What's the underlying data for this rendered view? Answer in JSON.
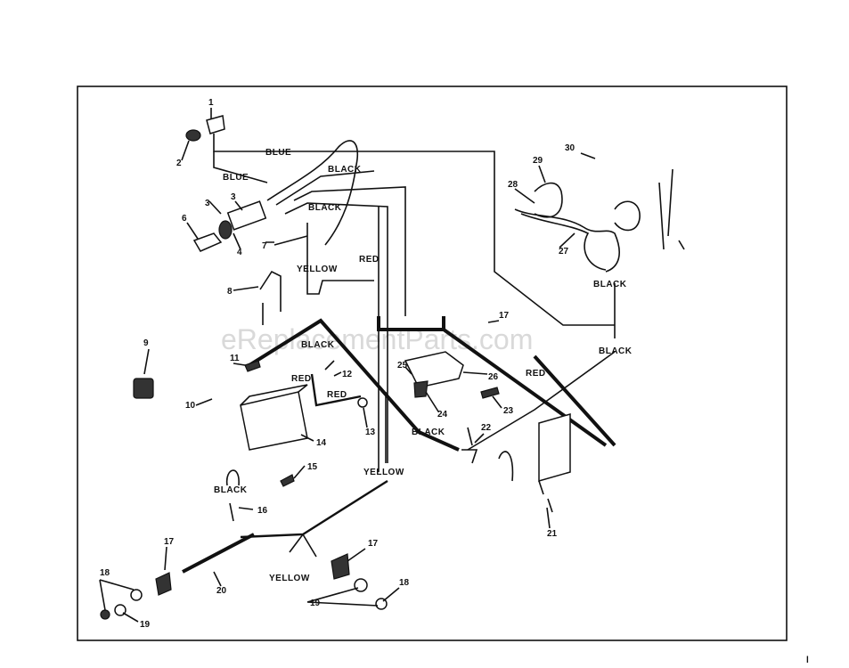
{
  "watermark": "eReplacementParts.com",
  "wire_labels": {
    "blue_top": "BLUE",
    "blue_left": "BLUE",
    "black_top": "BLACK",
    "black_mid": "BLACK",
    "yellow_top": "YELLOW",
    "red_top": "RED",
    "black_right": "BLACK",
    "black_right2": "BLACK",
    "black_center": "BLACK",
    "red_center1": "RED",
    "red_center2": "RED",
    "red_right": "RED",
    "black_lower": "BLACK",
    "yellow_mid": "YELLOW",
    "black_left": "BLACK",
    "yellow_bottom": "YELLOW"
  },
  "callouts": {
    "n1": "1",
    "n2": "2",
    "n3a": "3",
    "n3b": "3",
    "n4": "4",
    "n6": "6",
    "n7": "7",
    "n8": "8",
    "n9": "9",
    "n10": "10",
    "n11": "11",
    "n12": "12",
    "n13": "13",
    "n14": "14",
    "n15": "15",
    "n16": "16",
    "n17a": "17",
    "n17b": "17",
    "n17c": "17",
    "n18a": "18",
    "n18b": "18",
    "n19a": "19",
    "n19b": "19",
    "n20": "20",
    "n21": "21",
    "n22": "22",
    "n23": "23",
    "n24": "24",
    "n25": "25",
    "n26": "26",
    "n27": "27",
    "n28": "28",
    "n29": "29",
    "n30": "30"
  },
  "corner_mark": "l"
}
